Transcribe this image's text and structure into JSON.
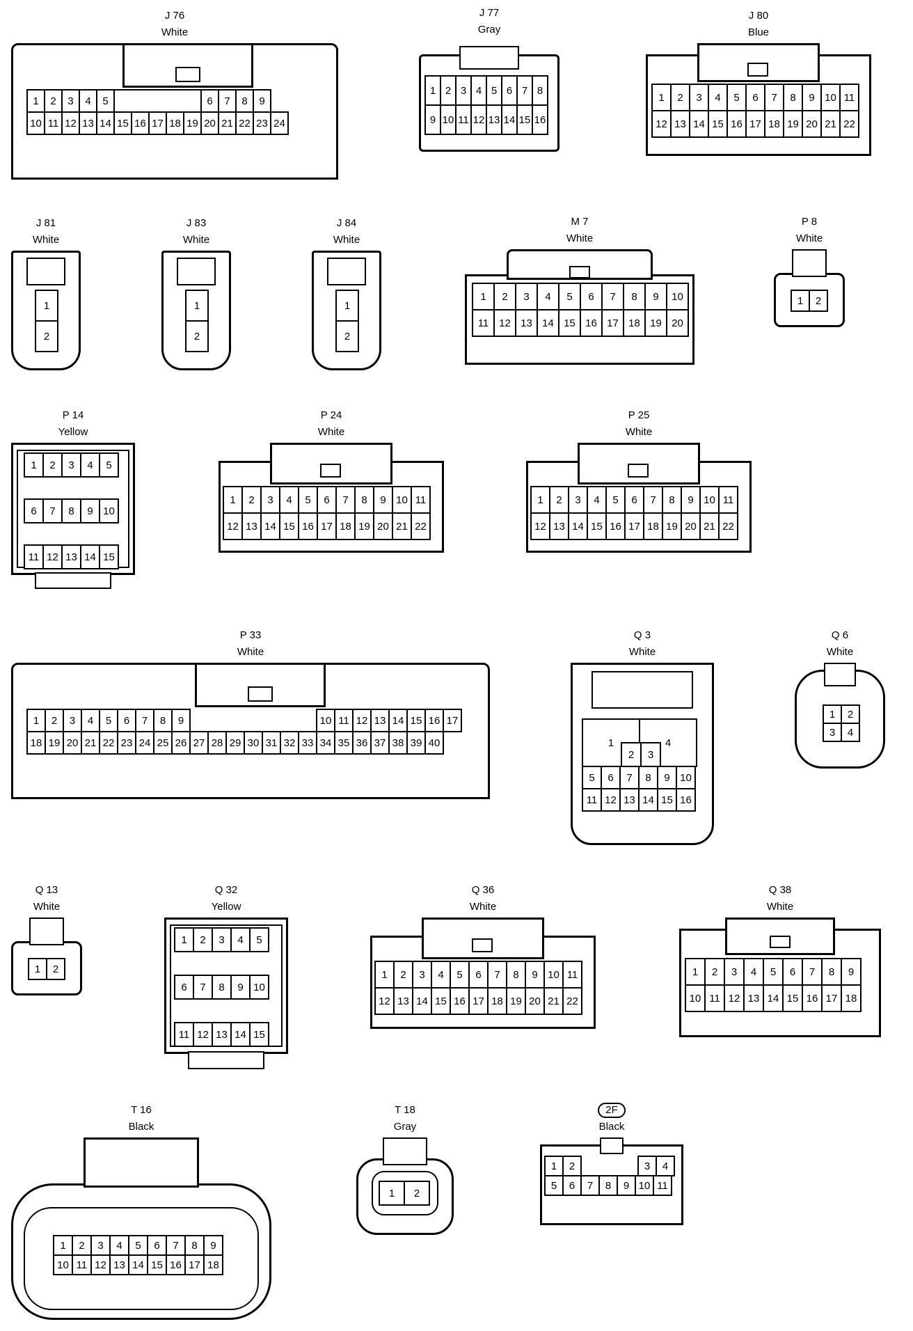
{
  "connectors": {
    "j76": {
      "name": "J 76",
      "color": "White"
    },
    "j77": {
      "name": "J 77",
      "color": "Gray"
    },
    "j80": {
      "name": "J 80",
      "color": "Blue"
    },
    "j81": {
      "name": "J 81",
      "color": "White"
    },
    "j83": {
      "name": "J 83",
      "color": "White"
    },
    "j84": {
      "name": "J 84",
      "color": "White"
    },
    "m7": {
      "name": "M 7",
      "color": "White"
    },
    "p8": {
      "name": "P 8",
      "color": "White"
    },
    "p14": {
      "name": "P 14",
      "color": "Yellow"
    },
    "p24": {
      "name": "P 24",
      "color": "White"
    },
    "p25": {
      "name": "P 25",
      "color": "White"
    },
    "p33": {
      "name": "P 33",
      "color": "White"
    },
    "q3": {
      "name": "Q 3",
      "color": "White"
    },
    "q6": {
      "name": "Q 6",
      "color": "White"
    },
    "q13": {
      "name": "Q 13",
      "color": "White"
    },
    "q32": {
      "name": "Q 32",
      "color": "Yellow"
    },
    "q36": {
      "name": "Q 36",
      "color": "White"
    },
    "q38": {
      "name": "Q 38",
      "color": "White"
    },
    "t16": {
      "name": "T 16",
      "color": "Black"
    },
    "t18": {
      "name": "T 18",
      "color": "Gray"
    },
    "x2f": {
      "name": "2F",
      "color": "Black"
    }
  },
  "pins": {
    "j76_top": [
      "1",
      "2",
      "3",
      "4",
      "5",
      "",
      "",
      "",
      "",
      "",
      "6",
      "7",
      "8",
      "9"
    ],
    "j76_bot": [
      "10",
      "11",
      "12",
      "13",
      "14",
      "15",
      "16",
      "17",
      "18",
      "19",
      "20",
      "21",
      "22",
      "23",
      "24"
    ],
    "j77_top": [
      "1",
      "2",
      "3",
      "4",
      "5",
      "6",
      "7",
      "8"
    ],
    "j77_bot": [
      "9",
      "10",
      "11",
      "12",
      "13",
      "14",
      "15",
      "16"
    ],
    "j80_top": [
      "1",
      "2",
      "3",
      "4",
      "5",
      "6",
      "7",
      "8",
      "9",
      "10",
      "11"
    ],
    "j80_bot": [
      "12",
      "13",
      "14",
      "15",
      "16",
      "17",
      "18",
      "19",
      "20",
      "21",
      "22"
    ],
    "two": [
      "1",
      "2"
    ],
    "m7_top": [
      "1",
      "2",
      "3",
      "4",
      "5",
      "6",
      "7",
      "8",
      "9",
      "10"
    ],
    "m7_bot": [
      "11",
      "12",
      "13",
      "14",
      "15",
      "16",
      "17",
      "18",
      "19",
      "20"
    ],
    "p14_r1": [
      "1",
      "2",
      "3",
      "4",
      "5"
    ],
    "p14_r2": [
      "6",
      "7",
      "8",
      "9",
      "10"
    ],
    "p14_r3": [
      "11",
      "12",
      "13",
      "14",
      "15"
    ],
    "p24_top": [
      "1",
      "2",
      "3",
      "4",
      "5",
      "6",
      "7",
      "8",
      "9",
      "10",
      "11"
    ],
    "p24_bot": [
      "12",
      "13",
      "14",
      "15",
      "16",
      "17",
      "18",
      "19",
      "20",
      "21",
      "22"
    ],
    "p33_top_l": [
      "1",
      "2",
      "3",
      "4",
      "5",
      "6",
      "7",
      "8",
      "9"
    ],
    "p33_top_r": [
      "10",
      "11",
      "12",
      "13",
      "14",
      "15",
      "16",
      "17"
    ],
    "p33_bot": [
      "18",
      "19",
      "20",
      "21",
      "22",
      "23",
      "24",
      "25",
      "26",
      "27",
      "28",
      "29",
      "30",
      "31",
      "32",
      "33",
      "34",
      "35",
      "36",
      "37",
      "38",
      "39",
      "40"
    ],
    "q3_big": [
      "1",
      "4"
    ],
    "q3_mid": [
      "2",
      "3"
    ],
    "q3_r2": [
      "5",
      "6",
      "7",
      "8",
      "9",
      "10"
    ],
    "q3_r3": [
      "11",
      "12",
      "13",
      "14",
      "15",
      "16"
    ],
    "q6": [
      "1",
      "2",
      "3",
      "4"
    ],
    "q38_top": [
      "1",
      "2",
      "3",
      "4",
      "5",
      "6",
      "7",
      "8",
      "9"
    ],
    "q38_bot": [
      "10",
      "11",
      "12",
      "13",
      "14",
      "15",
      "16",
      "17",
      "18"
    ],
    "t16_top": [
      "1",
      "2",
      "3",
      "4",
      "5",
      "6",
      "7",
      "8",
      "9"
    ],
    "t16_bot": [
      "10",
      "11",
      "12",
      "13",
      "14",
      "15",
      "16",
      "17",
      "18"
    ],
    "x2f_top_l": [
      "1",
      "2"
    ],
    "x2f_top_r": [
      "3",
      "4"
    ],
    "x2f_bot": [
      "5",
      "6",
      "7",
      "8",
      "9",
      "10",
      "11"
    ]
  }
}
